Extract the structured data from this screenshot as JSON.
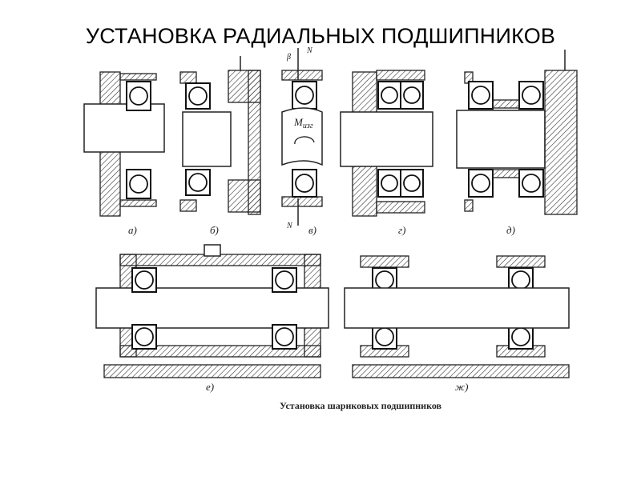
{
  "title": "УСТАНОВКА РАДИАЛЬНЫХ ПОДШИПНИКОВ",
  "caption": "Установка шариковых подшипников",
  "figures": {
    "a": "а)",
    "b": "б)",
    "v": "в)",
    "g": "г)",
    "d": "д)",
    "e": "е)",
    "zh": "ж)"
  },
  "annotations": {
    "beta": "β",
    "n_top": "N",
    "n_bottom": "N",
    "moment": "M",
    "moment_sub": "изг"
  }
}
